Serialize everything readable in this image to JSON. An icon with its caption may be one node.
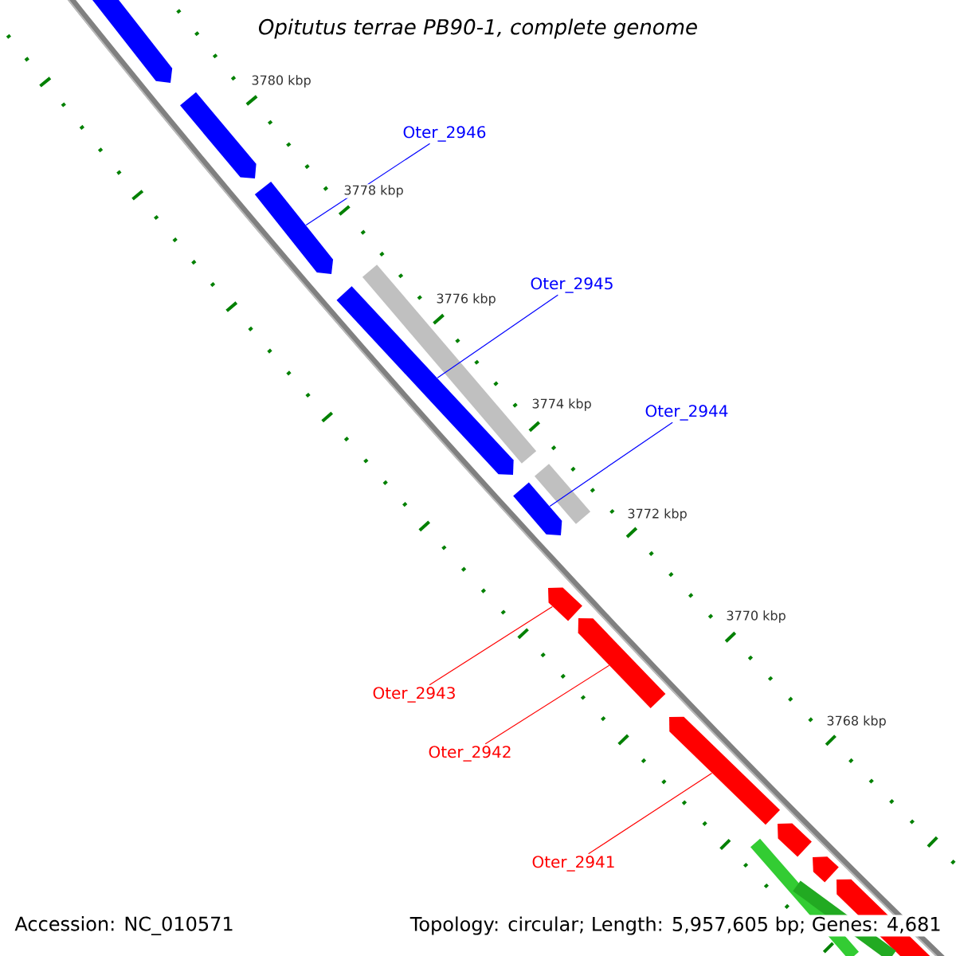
{
  "diagram": {
    "title": "Opitutus terrae PB90-1, complete genome",
    "nodes": [
      {
        "text": [
          "Oter_2946"
        ]
      },
      {
        "text": [
          "Oter_2945"
        ]
      },
      {
        "text": [
          "Oter_2944"
        ]
      },
      {
        "text": [
          "Oter_2943"
        ]
      },
      {
        "text": [
          "Oter_2942"
        ]
      },
      {
        "text": [
          "Oter_2941"
        ]
      },
      {
        "text": [],
        "shape": "pentagon"
      },
      {
        "text": [],
        "shape": "pentagon"
      },
      {
        "text": [],
        "shape": "pentagon"
      },
      {
        "text": [],
        "shape": "bar"
      },
      {
        "text": [],
        "shape": "pentagon"
      },
      {
        "text": [],
        "shape": "bar"
      },
      {
        "text": [],
        "shape": "pentagon"
      },
      {
        "text": [],
        "shape": "pentagon"
      },
      {
        "text": [],
        "shape": "pentagon"
      },
      {
        "text": [],
        "shape": "pentagon"
      },
      {
        "text": [],
        "shape": "pentagon"
      },
      {
        "text": [],
        "shape": "bar"
      },
      {
        "text": [],
        "shape": "pentagon"
      },
      {
        "text": [],
        "shape": "pentagon"
      },
      {
        "text": [],
        "shape": "bar"
      }
    ],
    "edges": [
      {
        "from": 0,
        "to": 8,
        "arrow": "none",
        "color": "#0000ff"
      },
      {
        "from": 1,
        "to": 10,
        "arrow": "none",
        "color": "#0000ff"
      },
      {
        "from": 2,
        "to": 12,
        "arrow": "none",
        "color": "#0000ff"
      },
      {
        "from": 3,
        "to": 13,
        "arrow": "none",
        "color": "#ff0000"
      },
      {
        "from": 4,
        "to": 14,
        "arrow": "none",
        "color": "#ff0000"
      },
      {
        "from": 5,
        "to": 15,
        "arrow": "none",
        "color": "#ff0000"
      }
    ],
    "labels": [
      "3780 kbp",
      "3778 kbp",
      "3776 kbp",
      "3774 kbp",
      "3772 kbp",
      "3770 kbp",
      "3768 kbp",
      "Accession: NC_010571",
      "Topology: circular; Length: 5,957,605 bp; Genes: 4,681"
    ]
  }
}
